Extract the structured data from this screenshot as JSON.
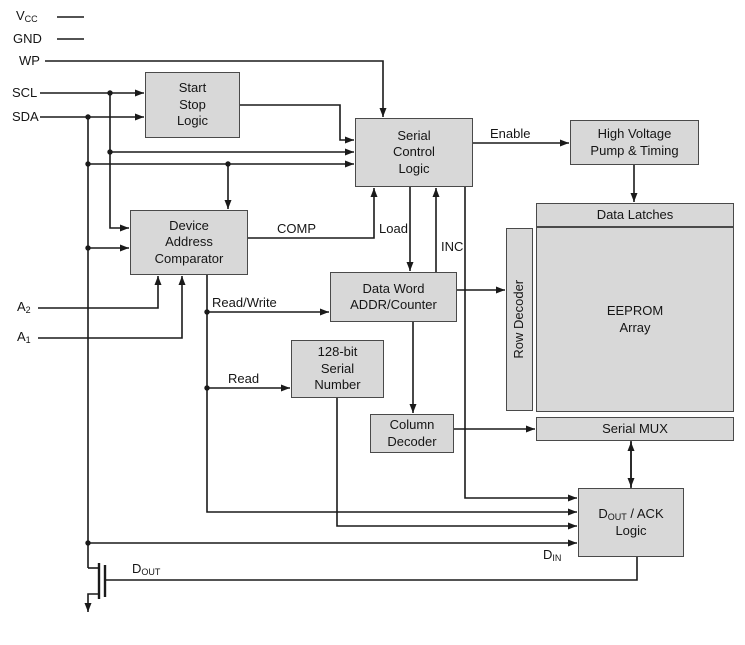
{
  "pins": {
    "vcc": {
      "base": "V",
      "sub": "CC"
    },
    "gnd": "GND",
    "wp": "WP",
    "scl": "SCL",
    "sda": "SDA",
    "a2": {
      "base": "A",
      "sub": "2"
    },
    "a1": {
      "base": "A",
      "sub": "1"
    },
    "dout": {
      "base": "D",
      "sub": "OUT"
    },
    "din": {
      "base": "D",
      "sub": "IN"
    }
  },
  "blocks": {
    "start_stop": "Start\nStop\nLogic",
    "serial_control": "Serial\nControl\nLogic",
    "hv_pump": "High Voltage\nPump & Timing",
    "addr_comparator": "Device\nAddress\nComparator",
    "data_word": "Data Word\nADDR/Counter",
    "serial_number": "128-bit\nSerial\nNumber",
    "column_decoder": "Column\nDecoder",
    "row_decoder": "Row Decoder",
    "data_latches": "Data Latches",
    "eeprom": "EEPROM\nArray",
    "serial_mux": "Serial MUX",
    "dout_ack": {
      "base": "D",
      "sub": "OUT",
      "rest": " / ACK",
      "line2": "Logic"
    }
  },
  "wire_labels": {
    "enable": "Enable",
    "comp": "COMP",
    "load": "Load",
    "inc": "INC",
    "read_write": "Read/Write",
    "read": "Read"
  },
  "colors": {
    "wire": "#1a1a1a",
    "box_fill": "#d8d8d8",
    "box_border": "#4a4a4a",
    "background": "#ffffff"
  }
}
